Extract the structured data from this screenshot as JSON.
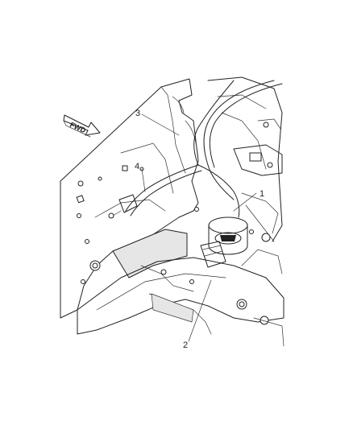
{
  "diagram": {
    "forward_arrow_label": "FWD",
    "callouts": [
      {
        "id": "callout-1",
        "text": "1"
      },
      {
        "id": "callout-2",
        "text": "2"
      },
      {
        "id": "callout-3",
        "text": "3"
      },
      {
        "id": "callout-4",
        "text": "4"
      }
    ]
  }
}
